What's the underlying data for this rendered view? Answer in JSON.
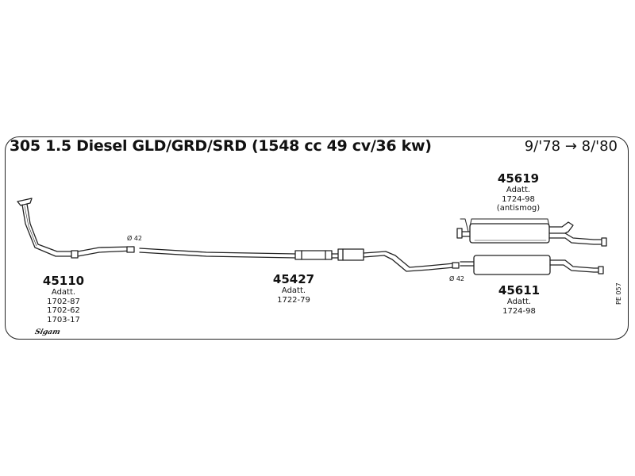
{
  "header": {
    "title": "305 1.5 Diesel GLD/GRD/SRD (1548 cc 49 cv/36 kw)",
    "date_range": "9/'78 → 8/'80"
  },
  "parts": [
    {
      "number": "45110",
      "label": "Adatt.",
      "refs": [
        "1702-87",
        "1702-62",
        "1703-17"
      ]
    },
    {
      "number": "45427",
      "label": "Adatt.",
      "refs": [
        "1722-79"
      ]
    },
    {
      "number": "45619",
      "label": "Adatt.",
      "refs": [
        "1724-98",
        "(antismog)"
      ]
    },
    {
      "number": "45611",
      "label": "Adatt.",
      "refs": [
        "1724-98"
      ]
    }
  ],
  "dimensions": {
    "pipe_diameter_1": "Ø 42",
    "pipe_diameter_2": "Ø 42"
  },
  "side_code": "PE 057",
  "logo_text": "Sigam",
  "colors": {
    "stroke": "#222222",
    "background": "#ffffff"
  }
}
